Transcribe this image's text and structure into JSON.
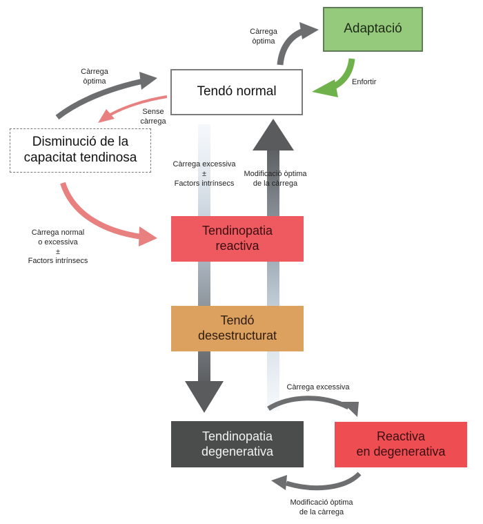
{
  "boxes": {
    "normal": "Tendó normal",
    "adaptacio": "Adaptació",
    "disminucio": "Disminució de la\ncapacitat tendinosa",
    "reactiva": "Tendinopatia\nreactiva",
    "desestructurat": "Tendó\ndesestructurat",
    "degenerativa": "Tendinopatia\ndegenerativa",
    "reactiva_degenerativa": "Reactiva\nen degenerativa"
  },
  "labels": {
    "carrega_optima_top": "Càrrega\nòptima",
    "enfortir": "Enfortir",
    "carrega_optima_left": "Càrrega\nòptima",
    "sense_carrega": "Sense\ncàrrega",
    "carrega_excessiva_factors": "Càrrega excessiva\n±\nFactors intrínsecs",
    "modificacio_optima_center": "Modificació òptima\nde la càrrega",
    "carrega_normal_excessiva": "Càrrega normal\no excessiva\n±\nFactors intrínsecs",
    "carrega_excessiva_bottom": "Càrrega excessiva",
    "modificacio_optima_bottom": "Modificació òptima\nde la càrrega"
  },
  "colors": {
    "gray_arrow": "#6d6e70",
    "green_arrow": "#6fb14a",
    "pink_arrow": "#e88080",
    "adaptacio_fill": "#95c97c",
    "reactiva_fill": "#ee5a5f",
    "desestructurat_fill": "#dca05f",
    "degenerativa_fill": "#4b4c4c",
    "reactiva_degenerativa_fill": "#ee4d52"
  }
}
